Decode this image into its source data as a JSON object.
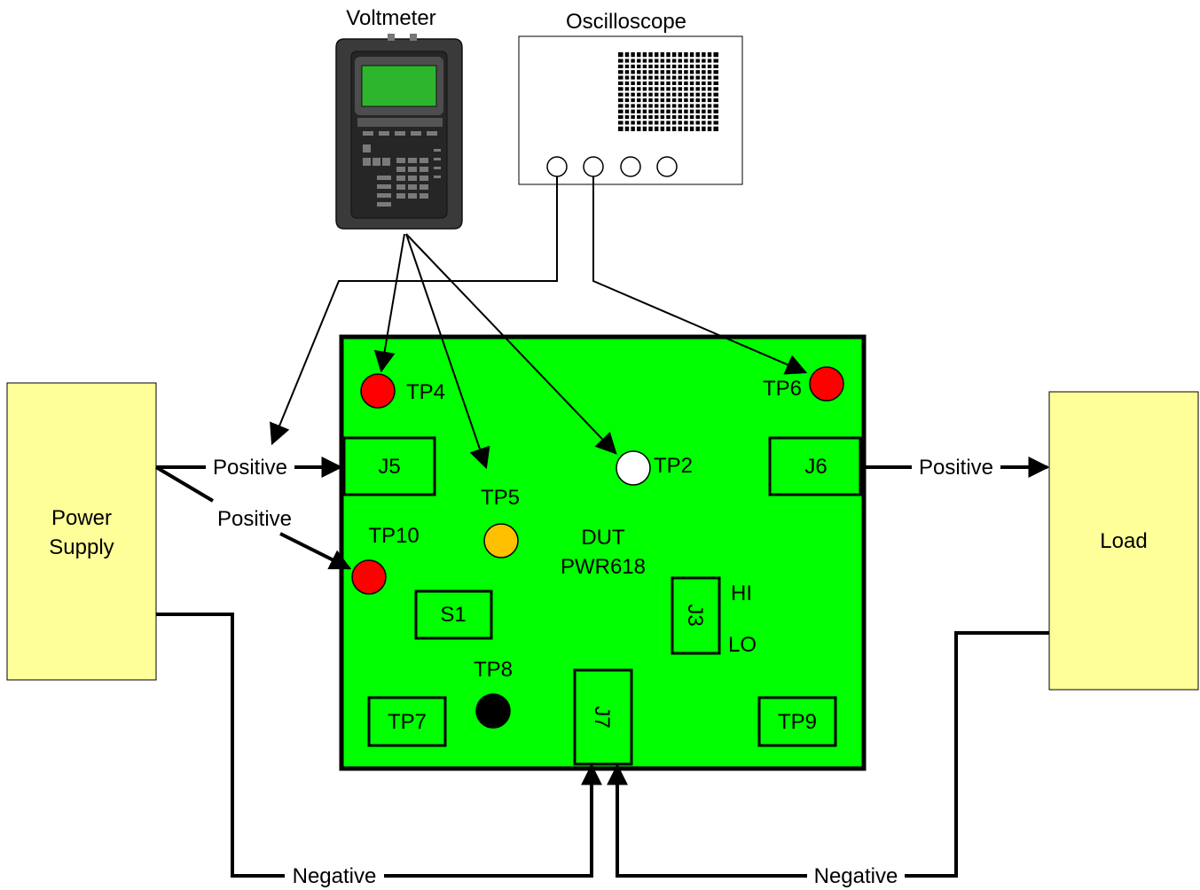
{
  "colors": {
    "board": "#00ff00",
    "box_fill": "#ffff99",
    "red": "#ff0000",
    "orange": "#ffc000",
    "black": "#000000",
    "white": "#ffffff",
    "screen": "#2db52d"
  },
  "instruments": {
    "voltmeter_label": "Voltmeter",
    "oscilloscope_label": "Oscilloscope",
    "power_supply_line1": "Power",
    "power_supply_line2": "Supply",
    "load_label": "Load"
  },
  "board": {
    "dut_line1": "DUT",
    "dut_line2": "PWR618",
    "connectors": {
      "j5": "J5",
      "j6": "J6",
      "j3": "J3",
      "j7": "J7",
      "s1": "S1",
      "tp7": "TP7",
      "tp9": "TP9"
    },
    "j3_hi": "HI",
    "j3_lo": "LO",
    "test_points": {
      "tp4": "TP4",
      "tp6": "TP6",
      "tp2": "TP2",
      "tp5": "TP5",
      "tp10": "TP10",
      "tp8": "TP8"
    }
  },
  "wires": {
    "ps_positive_j5": "Positive",
    "ps_positive_tp10": "Positive",
    "j6_positive_load": "Positive",
    "ps_negative": "Negative",
    "load_negative": "Negative"
  }
}
